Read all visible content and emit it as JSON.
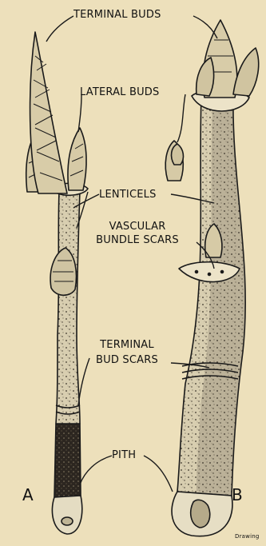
{
  "labels": {
    "terminal_buds": "TERMINAL BUDS",
    "lateral_buds": "LATERAL BUDS",
    "lenticels": "LENTICELS",
    "vascular_bundle_scars_line1": "VASCULAR",
    "vascular_bundle_scars_line2": "BUNDLE SCARS",
    "terminal_bud_scars_line1": "TERMINAL",
    "terminal_bud_scars_line2": "BUD SCARS",
    "pith": "PITH",
    "twig_a": "A",
    "twig_b": "B"
  },
  "credit": "Drawing",
  "colors": {
    "background": "#ede0bb",
    "bark": "#d4c9a8",
    "ink": "#1a1a1a",
    "dark_bark": "#2a2520"
  }
}
